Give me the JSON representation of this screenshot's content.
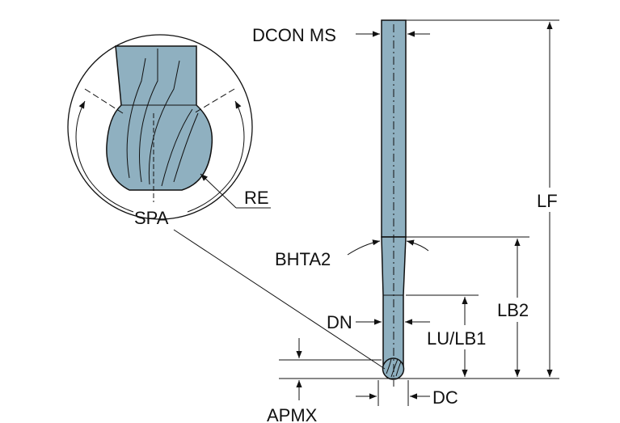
{
  "labels": {
    "dcon_ms": "DCON MS",
    "lf": "LF",
    "bhta2": "BHTA2",
    "lb2": "LB2",
    "dn": "DN",
    "lu_lb1": "LU/LB1",
    "dc": "DC",
    "apmx": "APMX",
    "spa": "SPA",
    "re": "RE"
  },
  "colors": {
    "tool": "#8fb0c0",
    "line": "#111111"
  }
}
